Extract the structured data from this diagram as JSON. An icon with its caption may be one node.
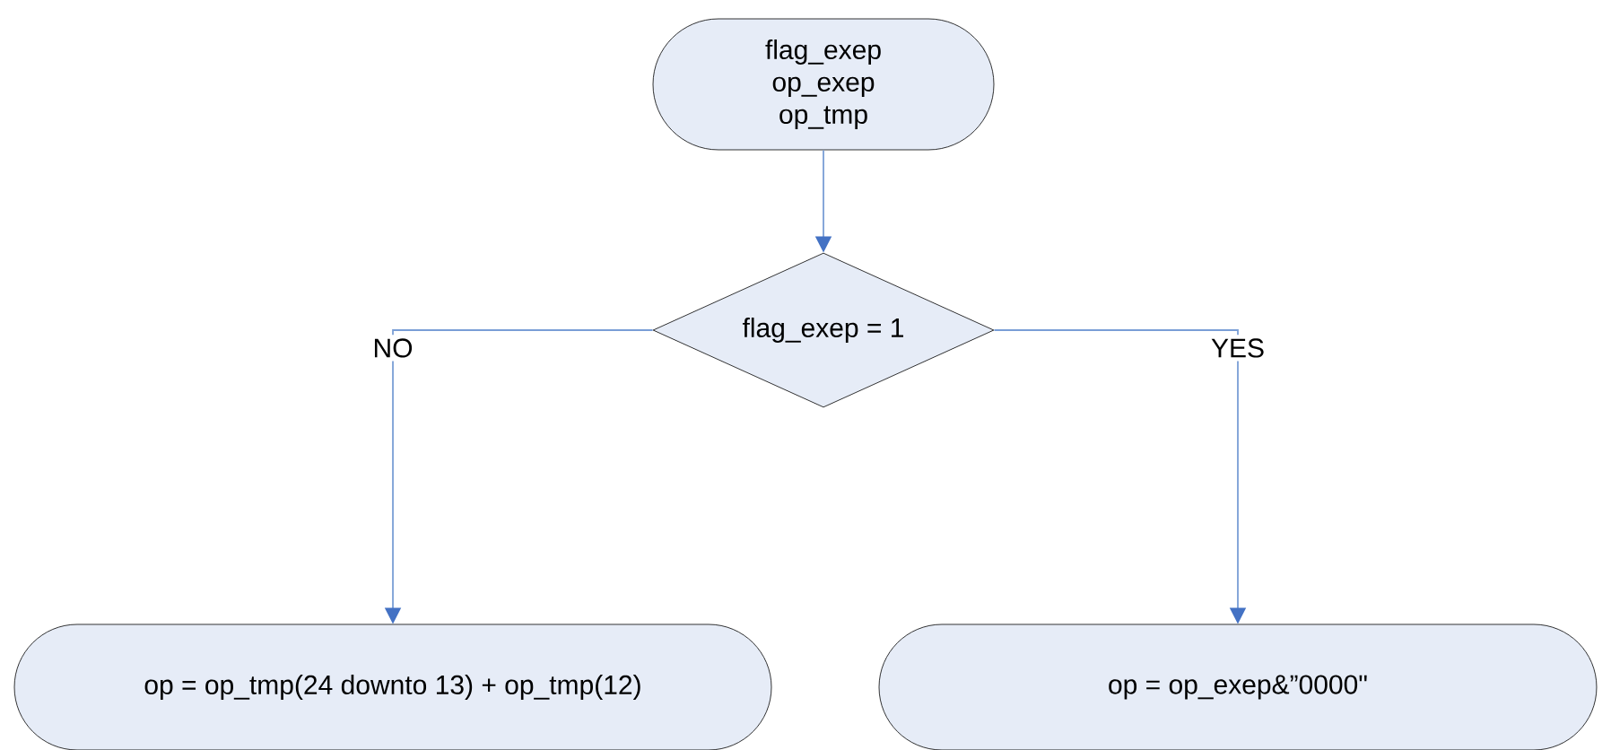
{
  "diagram": {
    "nodes": [
      {
        "text": [
          "flag_exep op_exep op_tmp"
        ]
      },
      {
        "text": [
          "flag_exep = 1"
        ]
      },
      {
        "text": [
          "op = op_tmp(24 downto 13) + op_tmp(12)"
        ]
      },
      {
        "text": [
          "op = op_exep&”0000\""
        ]
      }
    ],
    "edges": [
      {
        "from": 0,
        "to": 1,
        "arrow": "to"
      },
      {
        "from": 1,
        "to": 2,
        "arrow": "to",
        "label": "NO"
      },
      {
        "from": 1,
        "to": 3,
        "arrow": "to",
        "label": "YES"
      }
    ]
  }
}
